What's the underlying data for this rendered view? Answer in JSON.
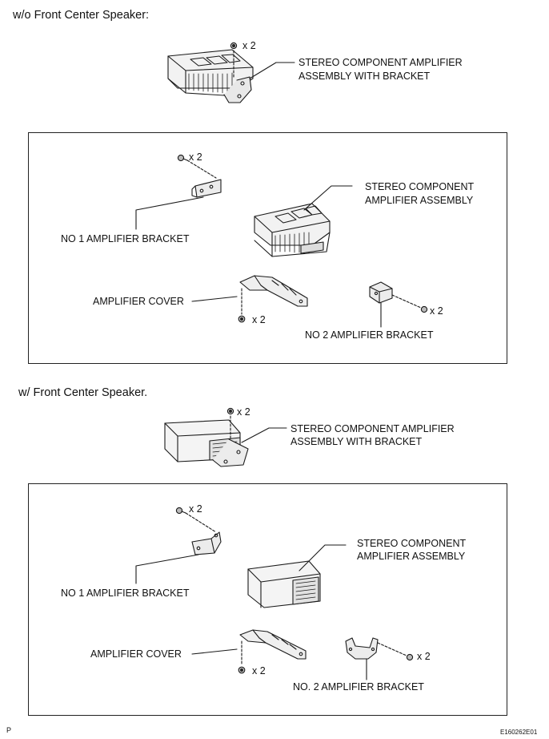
{
  "section1": {
    "heading": "w/o Front Center Speaker:",
    "top_qty": "x 2",
    "top_label_1": "STEREO COMPONENT AMPLIFIER",
    "top_label_2": "ASSEMBLY WITH BRACKET",
    "bracket1_qty": "x 2",
    "bracket1_label": "NO  1 AMPLIFIER BRACKET",
    "amp_label_1": "STEREO COMPONENT",
    "amp_label_2": "AMPLIFIER ASSEMBLY",
    "cover_label": "AMPLIFIER COVER",
    "cover_qty": "x 2",
    "bracket2_qty": "x 2",
    "bracket2_label": "NO  2 AMPLIFIER BRACKET"
  },
  "section2": {
    "heading": "w/ Front Center Speaker.",
    "top_qty": "x 2",
    "top_label_1": "STEREO COMPONENT AMPLIFIER",
    "top_label_2": "ASSEMBLY WITH BRACKET",
    "bracket1_qty": "x 2",
    "bracket1_label": "NO  1 AMPLIFIER BRACKET",
    "amp_label_1": "STEREO COMPONENT",
    "amp_label_2": "AMPLIFIER ASSEMBLY",
    "cover_label": "AMPLIFIER COVER",
    "cover_qty": "x 2",
    "bracket2_qty": "x 2",
    "bracket2_label": "NO. 2 AMPLIFIER BRACKET"
  },
  "footer": {
    "left_mark": "P",
    "figure_id": "E160262E01"
  }
}
